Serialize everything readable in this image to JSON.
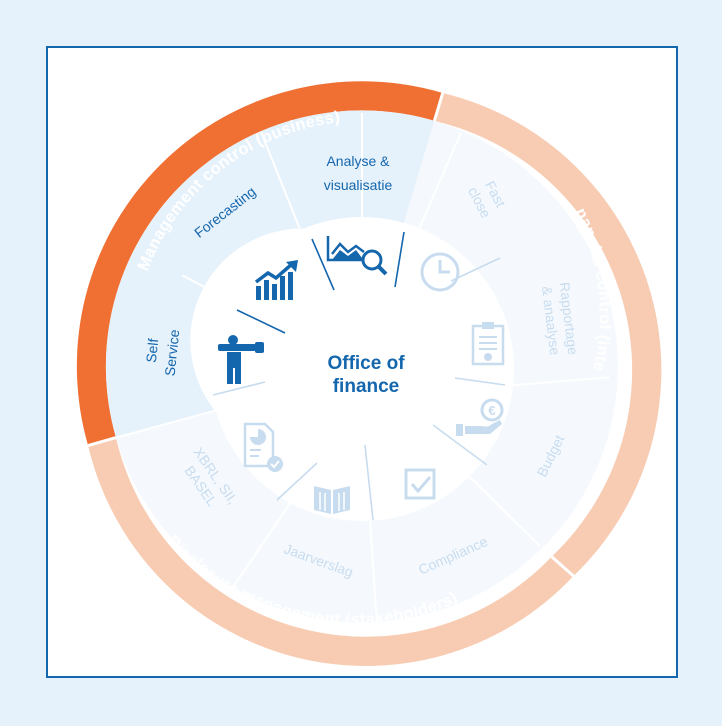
{
  "center": {
    "line1": "Office of",
    "line2": "finance"
  },
  "rings": {
    "management": "Management control (business)",
    "financial": "Financial control (intern)",
    "disclosure": "Disclosure management (stakeholders)"
  },
  "segments": {
    "forecasting": "Forecasting",
    "analyse_line1": "Analyse &",
    "analyse_line2": "visualisatie",
    "fastclose_line1": "Fast",
    "fastclose_line2": "close",
    "rapportage_line1": "Rapportage",
    "rapportage_line2": "& anaalyse",
    "budget": "Budget",
    "compliance": "Compliance",
    "jaarverslag": "Jaarverslag",
    "xbrl_line1": "XBRL, SII,",
    "xbrl_line2": "BASEL",
    "selfservice_line1": "Self",
    "selfservice_line2": "Service"
  },
  "icons": [
    "trend-chart-icon",
    "search-chart-icon",
    "clock-icon",
    "report-icon",
    "euro-hand-icon",
    "checkbox-icon",
    "book-icon",
    "document-pie-icon",
    "person-telescope-icon"
  ],
  "colors": {
    "accent_orange": "#f07033",
    "light_orange": "#f8ccb3",
    "brand_blue": "#1466ad",
    "light_blue": "#e6f2fb",
    "faded_blue": "#c8dcef"
  }
}
